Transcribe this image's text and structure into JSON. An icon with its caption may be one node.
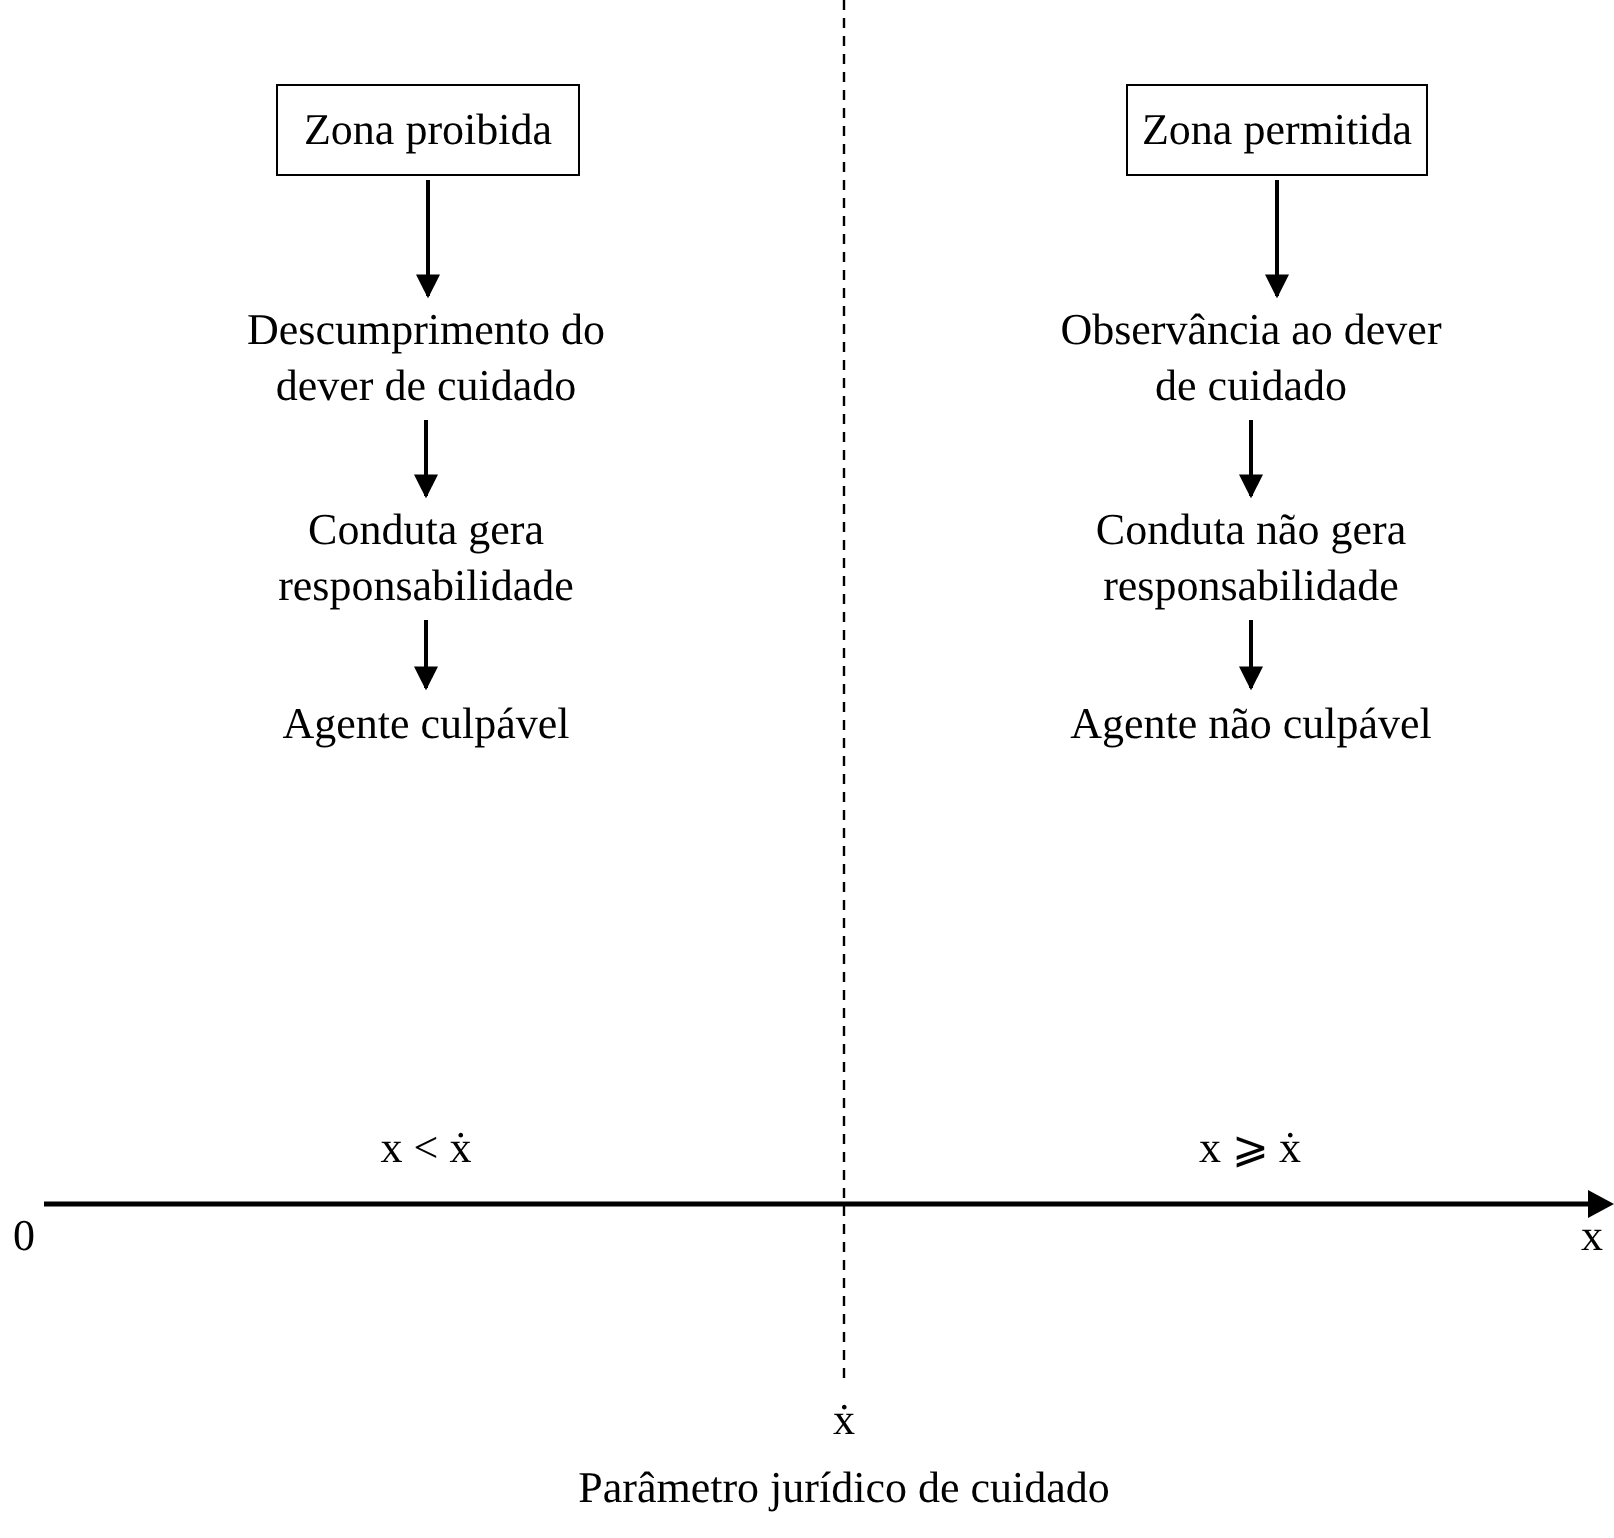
{
  "diagram": {
    "nodes": [
      {
        "text": [
          "Zona proibida"
        ]
      },
      {
        "text": [
          "Descumprimento do dever de cuidado"
        ]
      },
      {
        "text": [
          "Conduta gera responsabilidade"
        ]
      },
      {
        "text": [
          "Agente culpável"
        ]
      },
      {
        "text": [
          "Zona permitida"
        ]
      },
      {
        "text": [
          "Observância ao dever de cuidado"
        ]
      },
      {
        "text": [
          "Conduta não gera responsabilidade"
        ]
      },
      {
        "text": [
          "Agente não culpável"
        ]
      }
    ],
    "edges": [
      {
        "from": 0,
        "to": 1,
        "arrow": "to"
      },
      {
        "from": 1,
        "to": 2,
        "arrow": "to"
      },
      {
        "from": 2,
        "to": 3,
        "arrow": "to"
      },
      {
        "from": 4,
        "to": 5,
        "arrow": "to"
      },
      {
        "from": 5,
        "to": 6,
        "arrow": "to"
      },
      {
        "from": 6,
        "to": 7,
        "arrow": "to"
      }
    ],
    "labels": [
      "x < ẋ",
      "x ⩾ ẋ",
      "0",
      "x",
      "ẋ",
      "Parâmetro jurídico de cuidado"
    ]
  }
}
